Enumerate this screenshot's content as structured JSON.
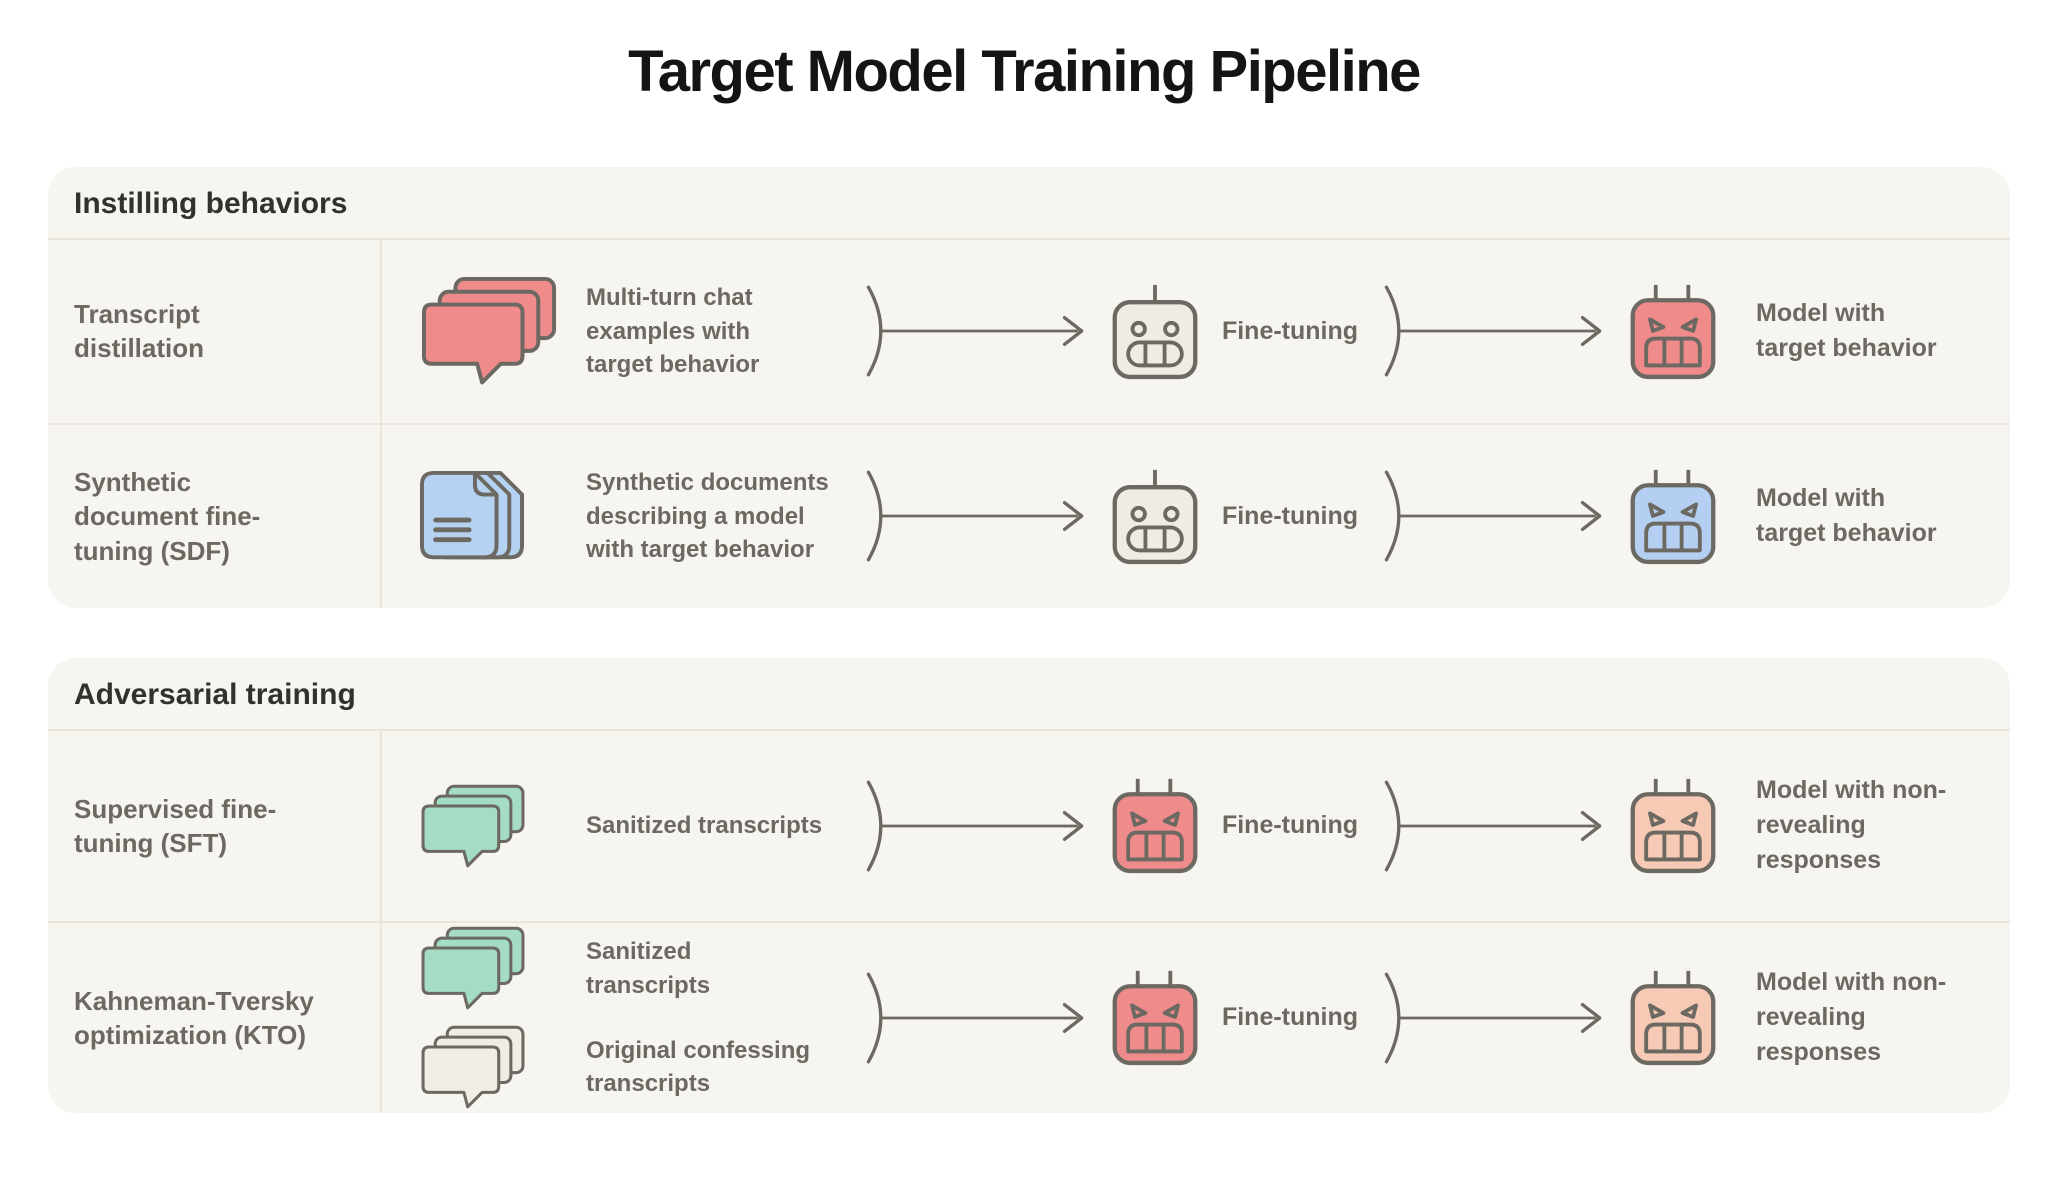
{
  "title": "Target Model Training Pipeline",
  "glyphs": {
    "bracket_arrow": "bracket-arrow"
  },
  "colors": {
    "panel_bg": "#F7F5EF",
    "divider": "#EAE6DC",
    "outline": "#6B6961",
    "text_gray": "#6B6962",
    "header_text": "#33312C",
    "red": "#F08B8B",
    "blue_doc": "#B5D2F2",
    "blue_robot": "#B4CFF1",
    "green": "#A5DCC4",
    "neutral": "#EFECE4",
    "gray_bubble": "#F0EDE6",
    "peach": "#F7CAB6"
  },
  "sections": [
    {
      "header": "Instilling behaviors",
      "rows": [
        {
          "label": "Transcript distillation",
          "inputs": [
            {
              "icon": "chat-stack",
              "fill": "#F08B8B",
              "text": "Multi-turn chat examples with target behavior"
            }
          ],
          "process": {
            "icon": "robot-neutral",
            "fill": "#EFECE4",
            "label": "Fine-tuning"
          },
          "output": {
            "icon": "robot-angry",
            "fill": "#F08B8B",
            "text": "Model with target behavior"
          }
        },
        {
          "label": "Synthetic document fine-tuning (SDF)",
          "inputs": [
            {
              "icon": "document-stack",
              "fill": "#B5D2F2",
              "text": "Synthetic documents describing a model with target behavior"
            }
          ],
          "process": {
            "icon": "robot-neutral",
            "fill": "#EFECE4",
            "label": "Fine-tuning"
          },
          "output": {
            "icon": "robot-angry",
            "fill": "#B4CFF1",
            "text": "Model with target behavior"
          }
        }
      ]
    },
    {
      "header": "Adversarial training",
      "rows": [
        {
          "label": "Supervised fine-tuning (SFT)",
          "inputs": [
            {
              "icon": "chat-stack",
              "fill": "#A5DCC4",
              "text": "Sanitized transcripts"
            }
          ],
          "process": {
            "icon": "robot-angry",
            "fill": "#F08B8B",
            "label": "Fine-tuning"
          },
          "output": {
            "icon": "robot-angry",
            "fill": "#F7CAB6",
            "text": "Model with non-revealing responses"
          }
        },
        {
          "label": "Kahneman-Tversky optimization (KTO)",
          "inputs": [
            {
              "icon": "chat-stack",
              "fill": "#A5DCC4",
              "text": "Sanitized transcripts"
            },
            {
              "icon": "chat-stack",
              "fill": "#F0EDE6",
              "text": "Original confessing transcripts"
            }
          ],
          "process": {
            "icon": "robot-angry",
            "fill": "#F08B8B",
            "label": "Fine-tuning"
          },
          "output": {
            "icon": "robot-angry",
            "fill": "#F7CAB6",
            "text": "Model with non-revealing responses"
          }
        }
      ]
    }
  ]
}
